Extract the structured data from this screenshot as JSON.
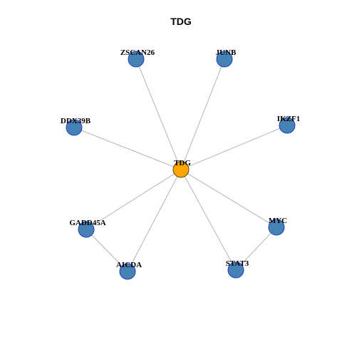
{
  "title": "TDG",
  "colors": {
    "hub_fill": "#FFA500",
    "node_fill": "#4682B4",
    "node_stroke": "#1f3fbf",
    "hub_stroke": "#5a4a1a",
    "edge": "#b4b4b4"
  },
  "network": {
    "hub": {
      "id": "TDG",
      "label": "TDG"
    },
    "nodes": [
      {
        "id": "ZSCAN26",
        "label": "ZSCAN26"
      },
      {
        "id": "JUNB",
        "label": "JUNB"
      },
      {
        "id": "DDX39B",
        "label": "DDX39B"
      },
      {
        "id": "IKZF1",
        "label": "IKZF1"
      },
      {
        "id": "GADD45A",
        "label": "GADD45A"
      },
      {
        "id": "MYC",
        "label": "MYC"
      },
      {
        "id": "AICDA",
        "label": "AICDA"
      },
      {
        "id": "STAT3",
        "label": "STAT3"
      }
    ],
    "edges": [
      [
        "TDG",
        "ZSCAN26"
      ],
      [
        "TDG",
        "JUNB"
      ],
      [
        "TDG",
        "DDX39B"
      ],
      [
        "TDG",
        "IKZF1"
      ],
      [
        "TDG",
        "GADD45A"
      ],
      [
        "TDG",
        "MYC"
      ],
      [
        "TDG",
        "AICDA"
      ],
      [
        "TDG",
        "STAT3"
      ],
      [
        "GADD45A",
        "AICDA"
      ],
      [
        "MYC",
        "STAT3"
      ]
    ]
  }
}
